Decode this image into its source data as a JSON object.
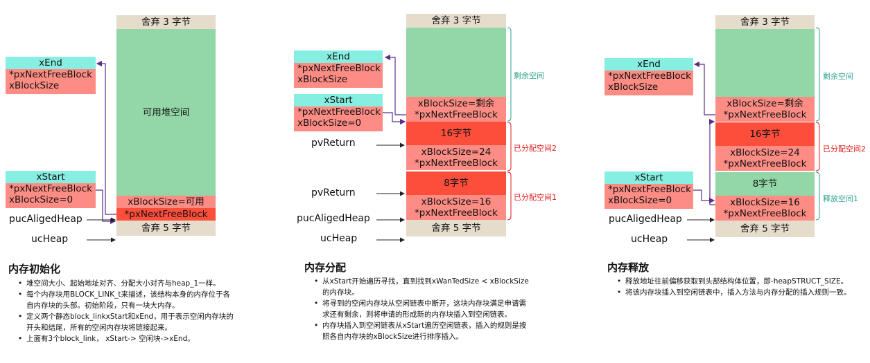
{
  "colors": {
    "discard": "#e5dccc",
    "free_space": "#93d7a8",
    "header": "#fd8c84",
    "allocated": "#fd4e3c",
    "list_node": "#86efe1",
    "arrow": "#5b2d8e",
    "remaining_label": "#2aa38c",
    "allocated_label": "#e21b1b"
  },
  "panel1": {
    "discard_top": "舍弃 3 字节",
    "heap_label": "可用堆空间",
    "block_size": "xBlockSize=可用",
    "next_free": "*pxNextFreeBlock",
    "discard_bottom": "舍弃 5 字节",
    "xend": {
      "name": "xEnd",
      "field1": "*pxNextFreeBlock",
      "field2": "xBlockSize"
    },
    "xstart": {
      "name": "xStart",
      "field1": "*pxNextFreeBlock",
      "field2": "xBlockSize=0"
    },
    "puc_aliged_heap": "pucAligedHeap",
    "uc_heap": "ucHeap",
    "title": "内存初始化",
    "bullets": [
      "堆空间大小、起始地址对齐、分配大小对齐与heap_1一样。",
      "每个内存块用BLOCK_LINK_t来描述，该结构本身的内存位于各自内存块的头部。初始阶段，只有一块大内存。",
      "定义两个静态block_linkxStart和xEnd，用于表示空闲内存块的开头和结尾，所有的空闲内存块将链接起来。",
      "上面有3个block_link， xStart-> 空闲块->xEnd。"
    ]
  },
  "panel2": {
    "discard_top": "舍弃 3 字节",
    "remain_size": "xBlockSize=剩余",
    "remain_next": "*pxNextFreeBlock",
    "alloc2_bytes": "16字节",
    "alloc2_size": "xBlockSize=24",
    "alloc2_next": "*pxNextFreeBlock",
    "alloc1_bytes": "8字节",
    "alloc1_size": "xBlockSize=16",
    "alloc1_next": "*pxNextFreeBlock",
    "discard_bottom": "舍弃 5 字节",
    "xend": {
      "name": "xEnd",
      "field1": "*pxNextFreeBlock",
      "field2": "xBlockSize"
    },
    "xstart": {
      "name": "xStart",
      "field1": "*pxNextFreeBlock",
      "field2": "xBlockSize=0"
    },
    "pv_return_1": "pvReturn",
    "pv_return_2": "pvReturn",
    "puc_aliged_heap": "pucAligedHeap",
    "uc_heap": "ucHeap",
    "remain_label": "剩余空间",
    "alloc2_label": "已分配空间2",
    "alloc1_label": "已分配空间1",
    "title": "内存分配",
    "bullets": [
      "从xStart开始遍历寻找，直到找到xWanTedSize < xBlockSize的内存块。",
      "将寻到的空闲内存块从空闲链表中断开，这块内存块满足申请需求还有剩余，则将申请的形成新的内存块插入到空闲链表。",
      "内存块插入到空闲链表从xStart遍历空闲链表，插入的规则是按照各自内存块的xBlockSize进行排序插入。"
    ]
  },
  "panel3": {
    "discard_top": "舍弃 3 字节",
    "remain_size": "xBlockSize=剩余",
    "remain_next": "*pxNextFreeBlock",
    "alloc2_bytes": "16字节",
    "alloc2_size": "xBlockSize=24",
    "alloc2_next": "*pxNextFreeBlock",
    "freed_bytes": "8字节",
    "freed_size": "xBlockSize=16",
    "freed_next": "*pxNextFreeBlock",
    "discard_bottom": "舍弃 5 字节",
    "xend": {
      "name": "xEnd",
      "field1": "*pxNextFreeBlock",
      "field2": "xBlockSize"
    },
    "xstart": {
      "name": "xStart",
      "field1": "*pxNextFreeBlock",
      "field2": "xBlockSize=0"
    },
    "puc_aliged_heap": "pucAligedHeap",
    "uc_heap": "ucHeap",
    "remain_label": "剩余空间",
    "alloc2_label": "已分配空间2",
    "freed_label": "释放空间1",
    "title": "内存释放",
    "bullets": [
      "释放地址往前偏移获取到头部结构体位置，即-heapSTRUCT_SIZE。",
      "将该内存块插入到空闲链表中，插入方法与内存分配的插入规则一致。"
    ]
  }
}
